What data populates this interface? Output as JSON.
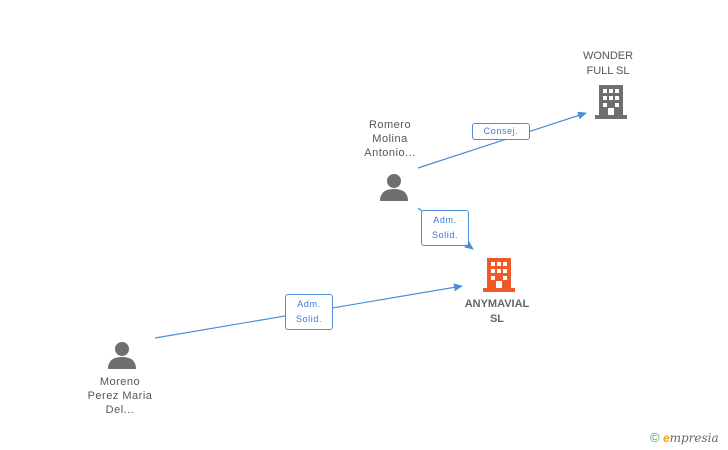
{
  "nodes": {
    "wonder": {
      "lines": [
        "WONDER",
        "FULL SL"
      ],
      "type": "company",
      "color": "#6f6f6f"
    },
    "anymavial": {
      "lines": [
        "ANYMAVIAL",
        "SL"
      ],
      "type": "company",
      "color": "#f05a28",
      "main": true
    },
    "romero": {
      "lines": [
        "Romero",
        "Molina",
        "Antonio..."
      ],
      "type": "person",
      "color": "#6f6f6f"
    },
    "moreno": {
      "lines": [
        "Moreno",
        "Perez Maria",
        "Del..."
      ],
      "type": "person",
      "color": "#6f6f6f"
    }
  },
  "edges": [
    {
      "from": "romero",
      "to": "wonder",
      "label": [
        "Consej."
      ]
    },
    {
      "from": "romero",
      "to": "anymavial",
      "label": [
        "Adm.",
        "Solid."
      ]
    },
    {
      "from": "moreno",
      "to": "anymavial",
      "label": [
        "Adm.",
        "Solid."
      ]
    }
  ],
  "edge_color": "#4a8fd8",
  "watermark": {
    "symbol": "©",
    "brand_first": "e",
    "brand_rest": "mpresia"
  }
}
